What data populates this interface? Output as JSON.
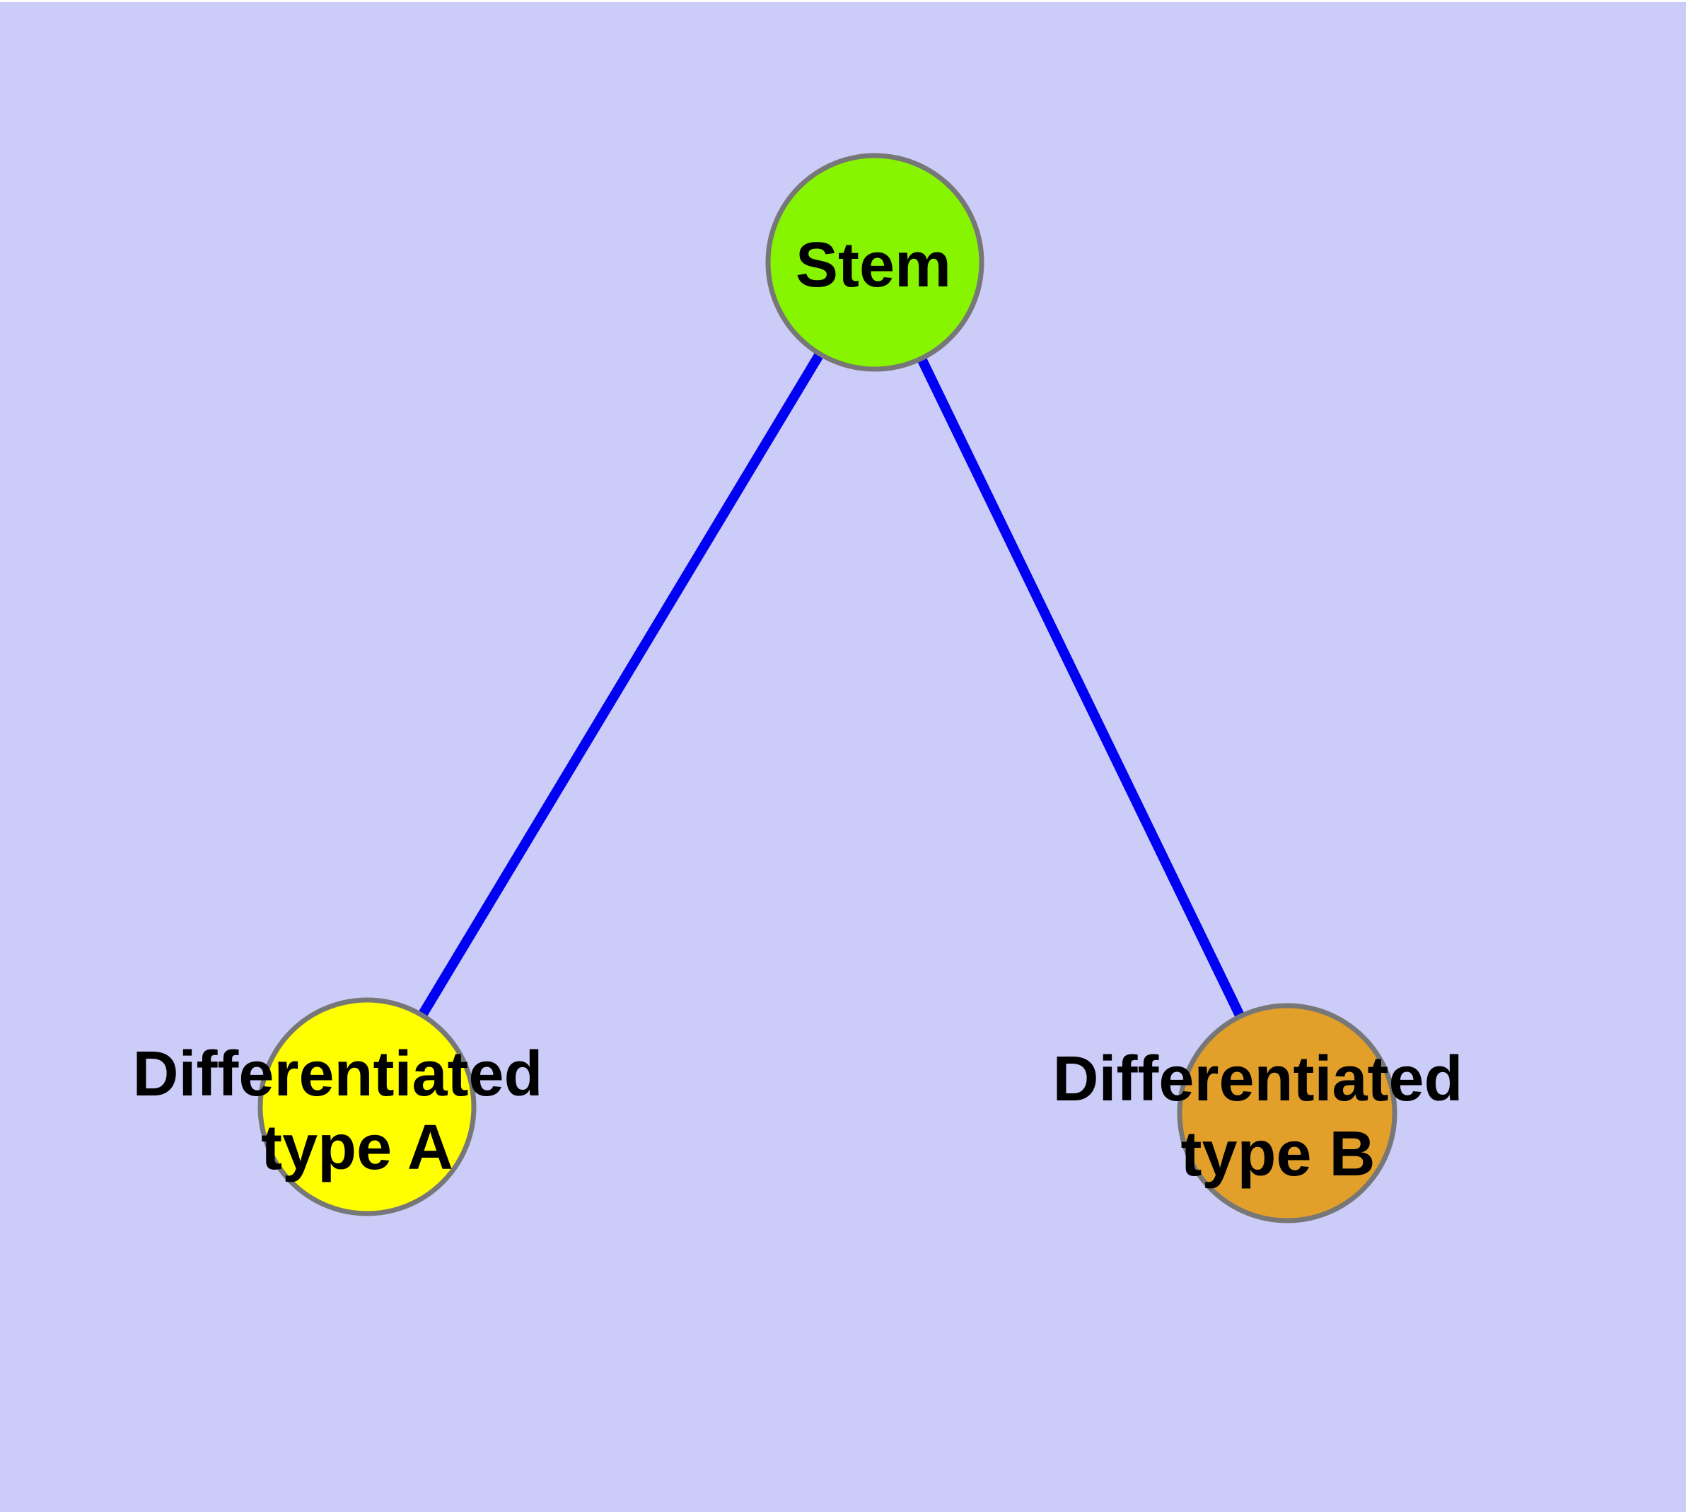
{
  "diagram": {
    "type": "graph",
    "description": "Stem cell differentiation graph with one stem node connected to two differentiated cell-type nodes",
    "background_color": "#CCCCF8",
    "edge_color": "#0000F2",
    "node_border_color": "#777777",
    "label_color": "#000000",
    "nodes": [
      {
        "id": "stem",
        "label": "Stem",
        "label_lines": [
          "Stem"
        ],
        "color": "#87F500"
      },
      {
        "id": "type-a",
        "label": "Differentiated type A",
        "label_lines": [
          "Differentiated",
          "type A"
        ],
        "color": "#FFFF00"
      },
      {
        "id": "type-b",
        "label": "Differentiated type B",
        "label_lines": [
          "Differentiated",
          "type B"
        ],
        "color": "#E2A02B"
      }
    ],
    "edges": [
      {
        "from": "stem",
        "to": "type-a"
      },
      {
        "from": "stem",
        "to": "type-b"
      }
    ]
  }
}
